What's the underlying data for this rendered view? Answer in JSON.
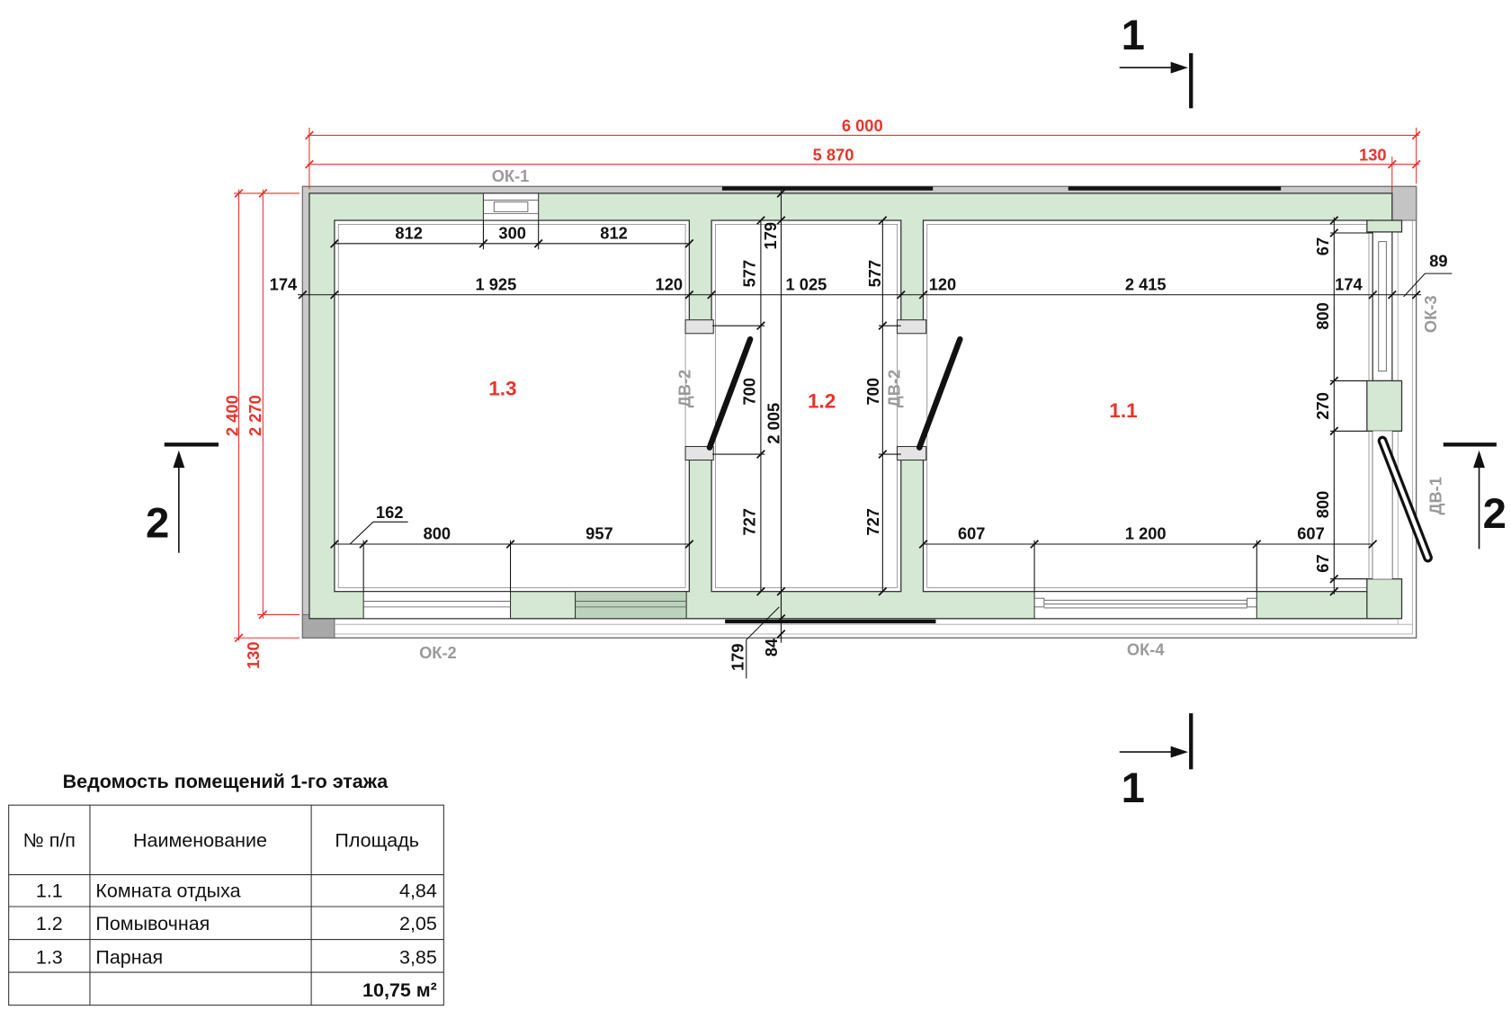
{
  "colors": {
    "dimension_red": "#e8332a",
    "label_gray": "#9a9a9a",
    "wall_green": "#d5e8d4",
    "ink": "#111111"
  },
  "section_marks": {
    "top": "1",
    "bottom": "1",
    "left": "2",
    "right": "2"
  },
  "rooms": {
    "r1_3": "1.3",
    "r1_2": "1.2",
    "r1_1": "1.1"
  },
  "openings": {
    "ok1": "ОК-1",
    "ok2": "ОК-2",
    "ok3": "ОК-3",
    "ok4": "ОК-4",
    "dv1": "ДВ-1",
    "dv2_left": "ДВ-2",
    "dv2_right": "ДВ-2"
  },
  "overall_dims": {
    "length_total": "6 000",
    "length_walls": "5 870",
    "length_overhang": "130",
    "width_total": "2 400",
    "width_walls": "2 270",
    "width_overhang": "130"
  },
  "dims": {
    "front_window_row": [
      "812",
      "300",
      "812"
    ],
    "interior_row": [
      "174",
      "1 925",
      "120",
      "1 025",
      "120",
      "2 415",
      "174"
    ],
    "right_offset": "89",
    "rear_left_row": [
      "162",
      "800",
      "957"
    ],
    "rear_right_row": [
      "607",
      "1 200",
      "607"
    ],
    "room_1_2_left": [
      "577",
      "700",
      "727"
    ],
    "room_1_2_right": [
      "577",
      "700",
      "727"
    ],
    "room_1_2_center": [
      "179",
      "2 005"
    ],
    "rear_wall": [
      "179",
      "84"
    ],
    "right_wall": [
      "67",
      "800",
      "270",
      "800",
      "67"
    ]
  },
  "schedule": {
    "title": "Ведомость помещений 1-го этажа",
    "headers": {
      "num": "№ п/п",
      "name": "Наименование",
      "area": "Площадь"
    },
    "rows": [
      {
        "num": "1.1",
        "name": "Комната отдыха",
        "area": "4,84"
      },
      {
        "num": "1.2",
        "name": "Помывочная",
        "area": "2,05"
      },
      {
        "num": "1.3",
        "name": "Парная",
        "area": "3,85"
      }
    ],
    "total": "10,75 м²"
  }
}
